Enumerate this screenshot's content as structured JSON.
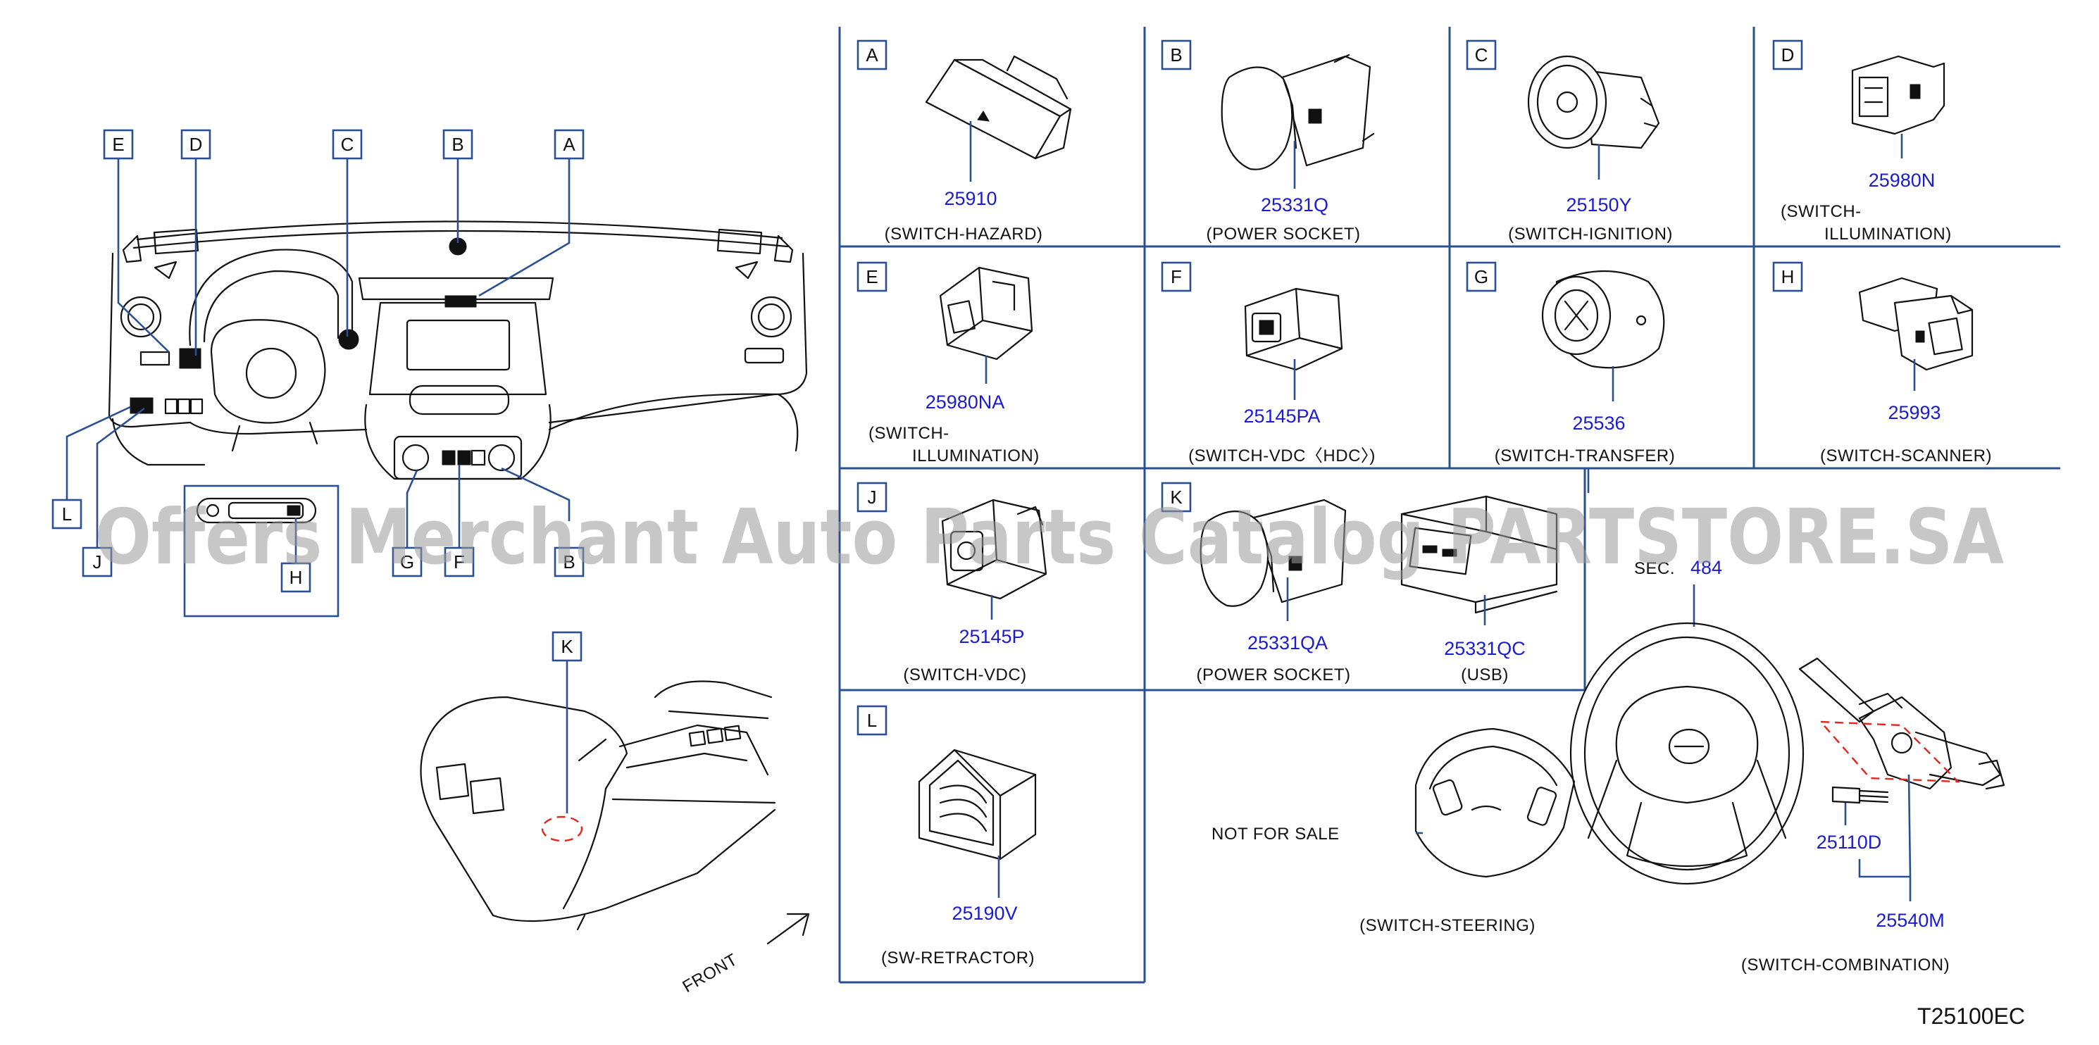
{
  "diagram": {
    "reference_code": "T25100EC",
    "watermark": "Offers Merchant Auto Parts Catalog PARTSTORE.SA",
    "section_ref": {
      "label": "SEC.",
      "number": "484"
    },
    "front_label": "FRONT",
    "not_for_sale": "NOT FOR SALE",
    "location_letters": [
      "A",
      "B",
      "C",
      "D",
      "E",
      "F",
      "G",
      "H",
      "J",
      "K",
      "L"
    ],
    "cells": [
      {
        "letter": "A",
        "parts": [
          {
            "number": "25910",
            "caption": "(SWITCH-HAZARD)"
          }
        ]
      },
      {
        "letter": "B",
        "parts": [
          {
            "number": "25331Q",
            "caption": "(POWER   SOCKET)"
          }
        ]
      },
      {
        "letter": "C",
        "parts": [
          {
            "number": "25150Y",
            "caption": "(SWITCH-IGNITION)"
          }
        ]
      },
      {
        "letter": "D",
        "parts": [
          {
            "number": "25980N",
            "caption": "(SWITCH-",
            "caption2": "ILLUMINATION)"
          }
        ]
      },
      {
        "letter": "E",
        "parts": [
          {
            "number": "25980NA",
            "caption": "(SWITCH-",
            "caption2": "ILLUMINATION)"
          }
        ]
      },
      {
        "letter": "F",
        "parts": [
          {
            "number": "25145PA",
            "caption": "(SWITCH-VDC〈HDC〉)"
          }
        ]
      },
      {
        "letter": "G",
        "parts": [
          {
            "number": "25536",
            "caption": "(SWITCH-TRANSFER)"
          }
        ]
      },
      {
        "letter": "H",
        "parts": [
          {
            "number": "25993",
            "caption": "(SWITCH-SCANNER)"
          }
        ]
      },
      {
        "letter": "J",
        "parts": [
          {
            "number": "25145P",
            "caption": "(SWITCH-VDC)"
          }
        ]
      },
      {
        "letter": "K",
        "parts": [
          {
            "number": "25331QA",
            "caption": "(POWER   SOCKET)"
          },
          {
            "number": "25331QC",
            "caption": "(USB)"
          }
        ]
      },
      {
        "letter": "L",
        "parts": [
          {
            "number": "25190V",
            "caption": "(SW-RETRACTOR)"
          }
        ]
      }
    ],
    "steering": {
      "caption": "(SWITCH-STEERING)",
      "combination_caption": "(SWITCH-COMBINATION)",
      "screw_part": "25110D",
      "combination_part": "25540M"
    }
  }
}
